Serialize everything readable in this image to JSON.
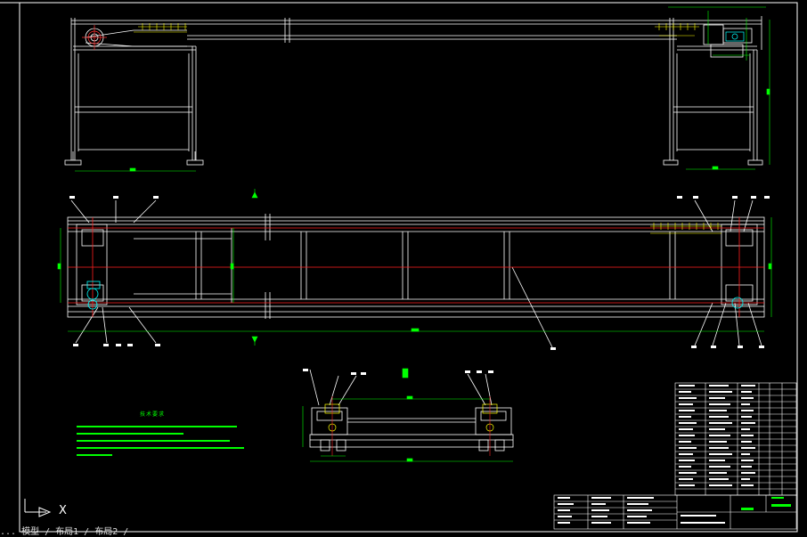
{
  "ucs": {
    "axis_label": "X"
  },
  "command_line": {
    "text": "... 模型 / 布局1 / 布局2 /"
  },
  "notes": {
    "title": "技术要求"
  },
  "colors": {
    "background": "#000000",
    "lines": "#ffffff",
    "dimensions": "#00ff00",
    "centerlines": "#ff2020",
    "hidden": "#00ffff",
    "annotations": "#ffff00"
  }
}
